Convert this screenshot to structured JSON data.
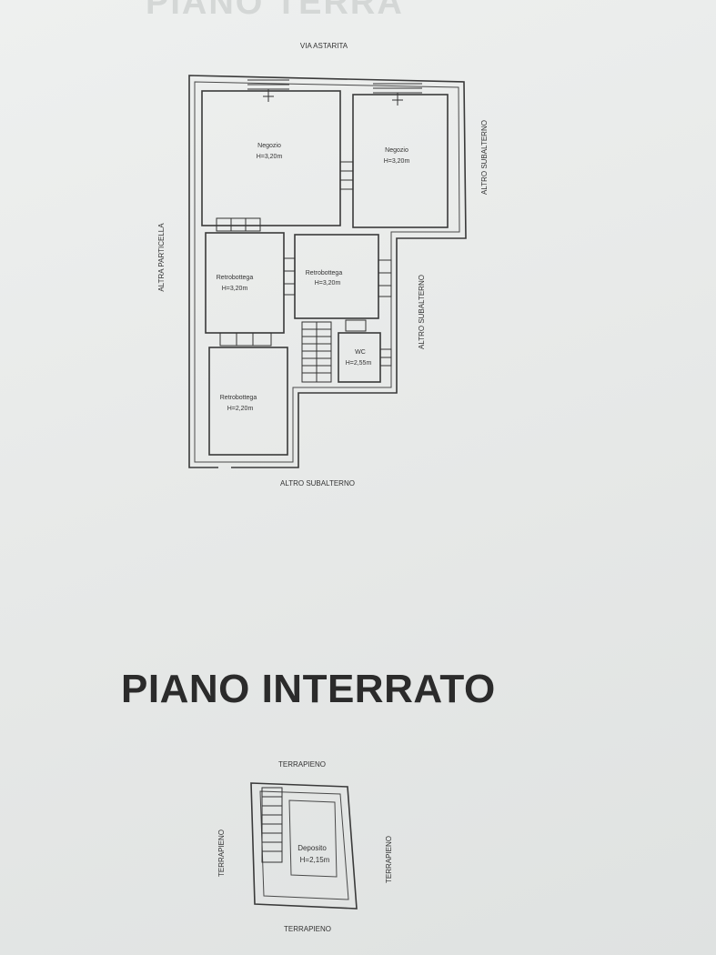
{
  "ground_floor": {
    "street_top": "VIA ASTARITA",
    "left_side": "ALTRA PARTICELLA",
    "right_side_upper": "ALTRO SUBALTERNO",
    "right_side_lower": "ALTRO SUBALTERNO",
    "bottom_side": "ALTRO SUBALTERNO",
    "rooms": [
      {
        "name": "Negozio",
        "height": "H=3,20m"
      },
      {
        "name": "Negozio",
        "height": "H=3,20m"
      },
      {
        "name": "Retrobottega",
        "height": "H=3,20m"
      },
      {
        "name": "Retrobottega",
        "height": "H=3,20m"
      },
      {
        "name": "Retrobottega",
        "height": "H=2,20m"
      },
      {
        "name": "WC",
        "height": "H=2,55m"
      }
    ]
  },
  "basement": {
    "title": "PIANO INTERRATO",
    "top": "TERRAPIENO",
    "bottom": "TERRAPIENO",
    "left": "TERRAPIENO",
    "right": "TERRAPIENO",
    "room": {
      "name": "Deposito",
      "height": "H=2,15m"
    }
  }
}
